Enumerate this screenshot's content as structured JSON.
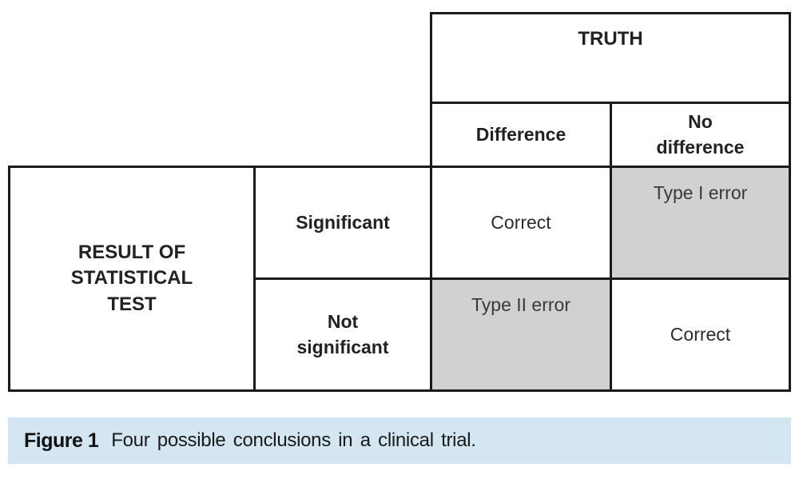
{
  "table": {
    "truth_header": "TRUTH",
    "columns": [
      "Difference",
      "No difference"
    ],
    "row_group": "RESULT OF STATISTICAL TEST",
    "rows": [
      "Significant",
      "Not significant"
    ],
    "cells": [
      [
        "Correct",
        "Type I error"
      ],
      [
        "Type II error",
        "Correct"
      ]
    ]
  },
  "figure": {
    "caption_label": "Figure 1",
    "caption_text": "Four possible conclusions in a clinical trial."
  },
  "colors": {
    "border": "#1a1a1a",
    "error_cell_bg": "#d2d0d1",
    "caption_bg": "#d3e6f1"
  }
}
